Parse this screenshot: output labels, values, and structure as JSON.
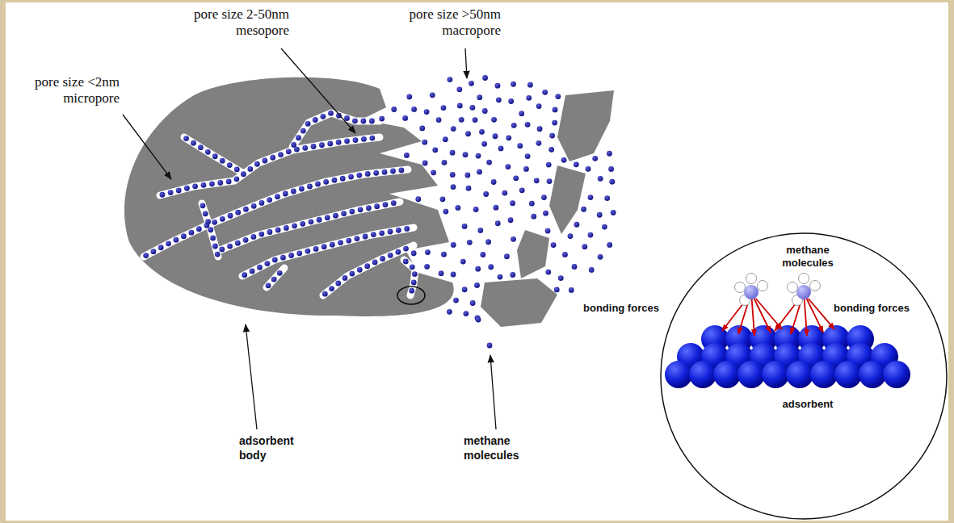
{
  "diagram": {
    "nodes": [
      {
        "text": [
          "methane molecules",
          "bonding forces",
          "bonding forces",
          "adsorbent"
        ]
      }
    ],
    "labels": [
      "pore size 2-50nm mesopore",
      "pore size >50nm macropore",
      "pore size <2nm micropore",
      "adsorbent body",
      "methane molecules"
    ]
  }
}
